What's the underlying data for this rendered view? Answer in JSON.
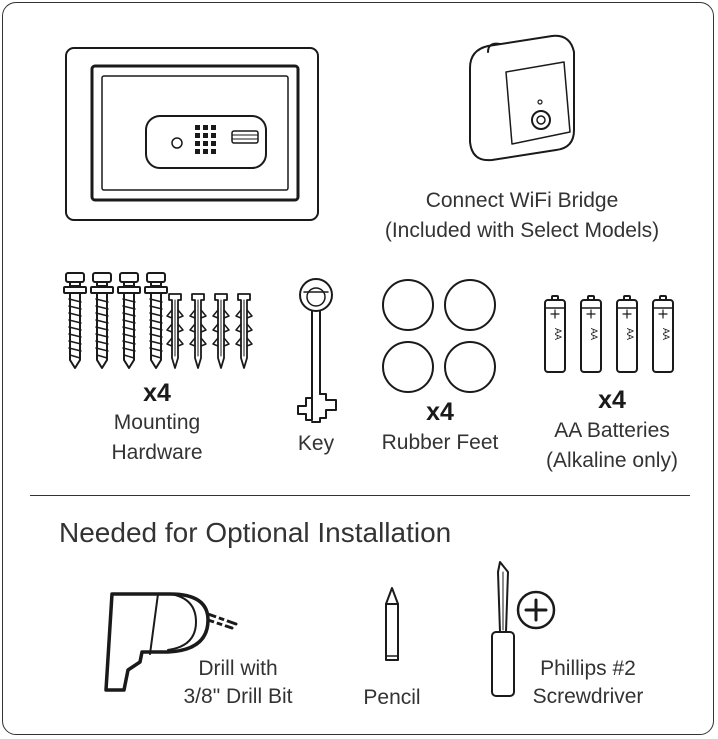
{
  "items": {
    "wifi_bridge": {
      "line1": "Connect WiFi Bridge",
      "line2": "(Included with Select Models)"
    },
    "mounting_hardware": {
      "count": "x4",
      "line1": "Mounting",
      "line2": "Hardware"
    },
    "key": {
      "label": "Key"
    },
    "rubber_feet": {
      "count": "x4",
      "label": "Rubber Feet"
    },
    "batteries": {
      "count": "x4",
      "line1": "AA Batteries",
      "line2": "(Alkaline only)",
      "battery_text": "AA"
    }
  },
  "optional": {
    "title": "Needed for Optional Installation",
    "drill": {
      "line1": "Drill with",
      "line2": "3/8\" Drill Bit"
    },
    "pencil": {
      "label": "Pencil"
    },
    "screwdriver": {
      "line1": "Phillips #2",
      "line2": "Screwdriver"
    }
  }
}
